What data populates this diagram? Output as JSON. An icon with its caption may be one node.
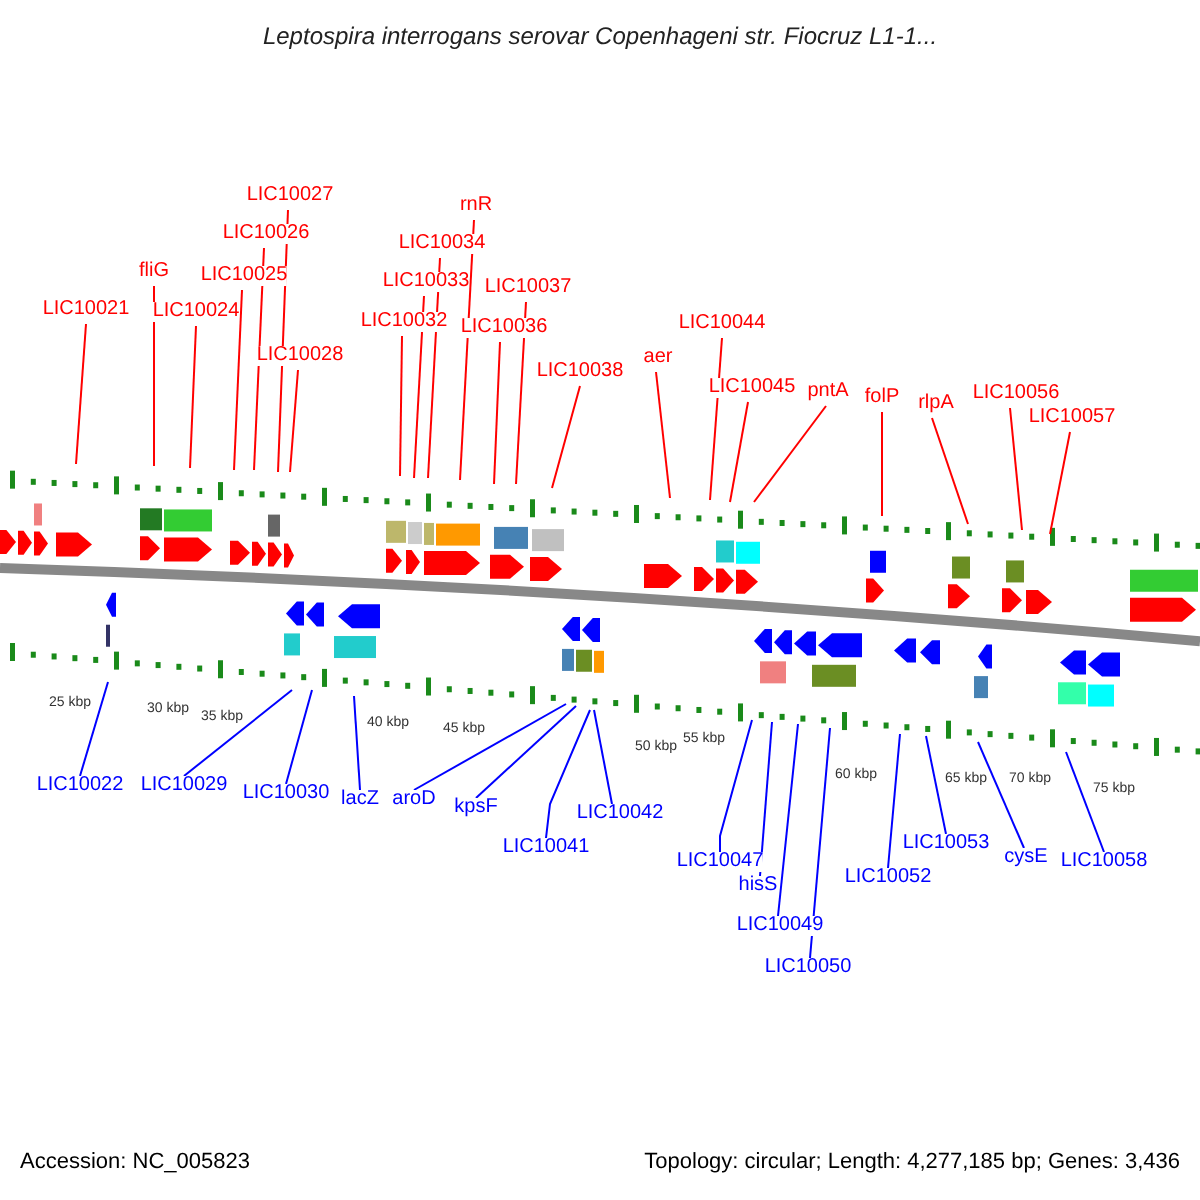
{
  "diagram": {
    "title": "Leptospira interrogans serovar Copenhageni str. Fiocruz L1-1...",
    "nodes": [
      {
        "text": [
          "LIC10021"
        ]
      },
      {
        "text": [
          "fliG"
        ]
      },
      {
        "text": [
          "LIC10024"
        ]
      },
      {
        "text": [
          "LIC10025"
        ]
      },
      {
        "text": [
          "LIC10026"
        ]
      },
      {
        "text": [
          "LIC10027"
        ]
      },
      {
        "text": [
          "LIC10028"
        ]
      },
      {
        "text": [
          "LIC10032"
        ]
      },
      {
        "text": [
          "LIC10033"
        ]
      },
      {
        "text": [
          "LIC10034"
        ]
      },
      {
        "text": [
          "rnR"
        ]
      },
      {
        "text": [
          "LIC10036"
        ]
      },
      {
        "text": [
          "LIC10037"
        ]
      },
      {
        "text": [
          "LIC10038"
        ]
      },
      {
        "text": [
          "aer"
        ]
      },
      {
        "text": [
          "LIC10044"
        ]
      },
      {
        "text": [
          "LIC10045"
        ]
      },
      {
        "text": [
          "pntA"
        ]
      },
      {
        "text": [
          "folP"
        ]
      },
      {
        "text": [
          "rlpA"
        ]
      },
      {
        "text": [
          "LIC10056"
        ]
      },
      {
        "text": [
          "LIC10057"
        ]
      },
      {
        "text": [
          "LIC10022"
        ]
      },
      {
        "text": [
          "LIC10029"
        ]
      },
      {
        "text": [
          "LIC10030"
        ]
      },
      {
        "text": [
          "lacZ"
        ]
      },
      {
        "text": [
          "aroD"
        ]
      },
      {
        "text": [
          "kpsF"
        ]
      },
      {
        "text": [
          "LIC10041"
        ]
      },
      {
        "text": [
          "LIC10042"
        ]
      },
      {
        "text": [
          "LIC10047"
        ]
      },
      {
        "text": [
          "hisS"
        ]
      },
      {
        "text": [
          "LIC10049"
        ]
      },
      {
        "text": [
          "LIC10050"
        ]
      },
      {
        "text": [
          "LIC10052"
        ]
      },
      {
        "text": [
          "LIC10053"
        ]
      },
      {
        "text": [
          "cysE"
        ]
      },
      {
        "text": [
          "LIC10058"
        ]
      }
    ],
    "edges": [
      {
        "from": 0,
        "to": null,
        "arrow": "none"
      },
      {
        "from": 1,
        "to": null,
        "arrow": "none"
      },
      {
        "from": 2,
        "to": null,
        "arrow": "none"
      },
      {
        "from": 3,
        "to": null,
        "arrow": "none"
      },
      {
        "from": 4,
        "to": null,
        "arrow": "none"
      },
      {
        "from": 5,
        "to": null,
        "arrow": "none"
      },
      {
        "from": 6,
        "to": null,
        "arrow": "none"
      },
      {
        "from": 7,
        "to": null,
        "arrow": "none"
      },
      {
        "from": 8,
        "to": null,
        "arrow": "none"
      },
      {
        "from": 9,
        "to": null,
        "arrow": "none"
      },
      {
        "from": 10,
        "to": null,
        "arrow": "none"
      },
      {
        "from": 11,
        "to": null,
        "arrow": "none"
      },
      {
        "from": 12,
        "to": null,
        "arrow": "none"
      },
      {
        "from": 13,
        "to": null,
        "arrow": "none"
      },
      {
        "from": 14,
        "to": null,
        "arrow": "none"
      },
      {
        "from": 15,
        "to": null,
        "arrow": "none"
      },
      {
        "from": 16,
        "to": null,
        "arrow": "none"
      },
      {
        "from": 17,
        "to": null,
        "arrow": "none"
      },
      {
        "from": 18,
        "to": null,
        "arrow": "none"
      },
      {
        "from": 19,
        "to": null,
        "arrow": "none"
      },
      {
        "from": 20,
        "to": null,
        "arrow": "none"
      },
      {
        "from": 21,
        "to": null,
        "arrow": "none"
      },
      {
        "from": 22,
        "to": null,
        "arrow": "none",
        "color": "#0000ff"
      },
      {
        "from": 23,
        "to": null,
        "arrow": "none",
        "color": "#0000ff"
      },
      {
        "from": 24,
        "to": null,
        "arrow": "none",
        "color": "#0000ff"
      },
      {
        "from": 25,
        "to": null,
        "arrow": "none",
        "color": "#0000ff"
      },
      {
        "from": 26,
        "to": null,
        "arrow": "none",
        "color": "#0000ff"
      },
      {
        "from": 27,
        "to": null,
        "arrow": "none",
        "color": "#0000ff"
      },
      {
        "from": 28,
        "to": null,
        "arrow": "none",
        "color": "#0000ff"
      },
      {
        "from": 29,
        "to": null,
        "arrow": "none",
        "color": "#0000ff"
      },
      {
        "from": 30,
        "to": null,
        "arrow": "none",
        "color": "#0000ff"
      },
      {
        "from": 31,
        "to": null,
        "arrow": "none",
        "color": "#0000ff"
      },
      {
        "from": 32,
        "to": null,
        "arrow": "none",
        "color": "#0000ff"
      },
      {
        "from": 33,
        "to": null,
        "arrow": "none",
        "color": "#0000ff"
      },
      {
        "from": 34,
        "to": null,
        "arrow": "none",
        "color": "#0000ff"
      },
      {
        "from": 35,
        "to": null,
        "arrow": "none",
        "color": "#0000ff"
      },
      {
        "from": 36,
        "to": null,
        "arrow": "none",
        "color": "#0000ff"
      },
      {
        "from": 37,
        "to": null,
        "arrow": "none",
        "color": "#0000ff"
      }
    ],
    "labels": [
      "25 kbp",
      "30 kbp",
      "35 kbp",
      "40 kbp",
      "45 kbp",
      "50 kbp",
      "55 kbp",
      "60 kbp",
      "65 kbp",
      "70 kbp",
      "75 kbp",
      "Accession: NC_005823",
      "Topology: circular; Length: 4,277,185 bp; Genes: 3,436"
    ]
  }
}
